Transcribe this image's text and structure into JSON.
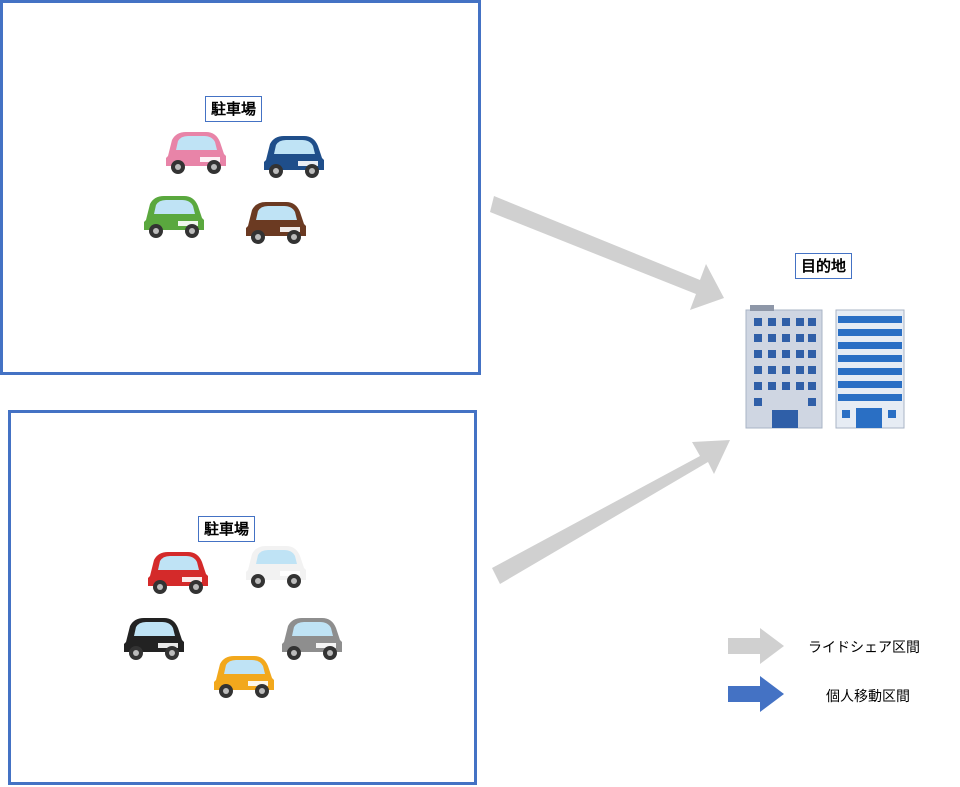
{
  "labels": {
    "parking_top": "駐車場",
    "parking_bottom": "駐車場",
    "destination": "目的地"
  },
  "legend": {
    "rideshare": "ライドシェア区間",
    "individual": "個人移動区間"
  },
  "colors": {
    "panel_border": "#4472c4",
    "individual_arrow": "#4472c4",
    "rideshare_arrow": "#d0d0d0"
  },
  "cars_top": [
    "pink",
    "navy",
    "green",
    "brown"
  ],
  "cars_bottom": [
    "red",
    "white",
    "black",
    "gray",
    "yellow"
  ]
}
